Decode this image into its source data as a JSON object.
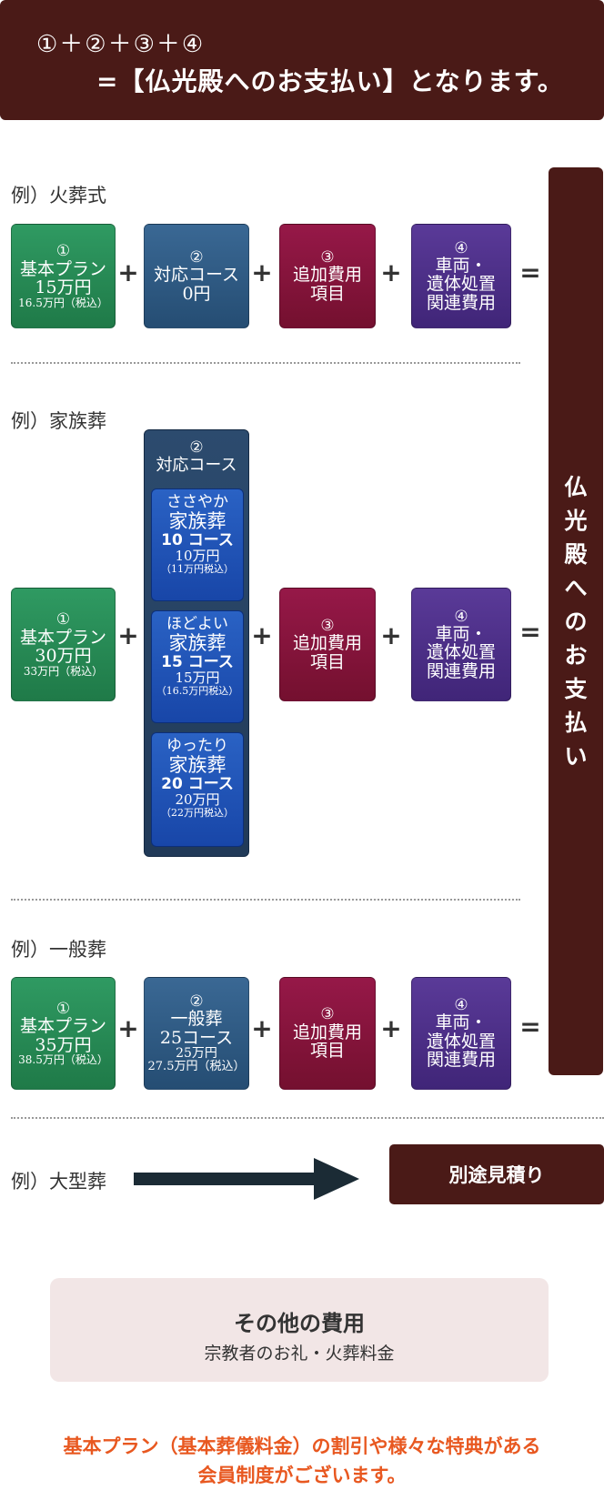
{
  "header": {
    "line1": "①＋②＋③＋④",
    "line2": "=【仏光殿へのお支払い】となります。"
  },
  "operators": {
    "plus": "+",
    "equals": "="
  },
  "side_label": [
    "仏",
    "光",
    "殿",
    "へ",
    "の",
    "お",
    "支",
    "払",
    "い"
  ],
  "examples": {
    "cremation": {
      "label": "例）火葬式",
      "basic": {
        "num": "①",
        "title": "基本プラン",
        "price": "15万円",
        "tax": "16.5万円（税込）"
      },
      "course": {
        "num": "②",
        "title": "対応コース",
        "price": "0円"
      },
      "extra": {
        "num": "③",
        "line1": "追加費用",
        "line2": "項目"
      },
      "vehicle": {
        "num": "④",
        "line1": "車両・",
        "line2": "遺体処置",
        "line3": "関連費用"
      }
    },
    "family": {
      "label": "例）家族葬",
      "basic": {
        "num": "①",
        "title": "基本プラン",
        "price": "30万円",
        "tax": "33万円（税込）"
      },
      "course": {
        "num": "②",
        "title": "対応コース",
        "options": [
          {
            "a": "ささやか",
            "b": "家族葬",
            "c": "10 コース",
            "d": "10万円",
            "e": "（11万円税込）"
          },
          {
            "a": "ほどよい",
            "b": "家族葬",
            "c": "15 コース",
            "d": "15万円",
            "e": "（16.5万円税込）"
          },
          {
            "a": "ゆったり",
            "b": "家族葬",
            "c": "20 コース",
            "d": "20万円",
            "e": "（22万円税込）"
          }
        ]
      },
      "extra": {
        "num": "③",
        "line1": "追加費用",
        "line2": "項目"
      },
      "vehicle": {
        "num": "④",
        "line1": "車両・",
        "line2": "遺体処置",
        "line3": "関連費用"
      }
    },
    "general": {
      "label": "例）一般葬",
      "basic": {
        "num": "①",
        "title": "基本プラン",
        "price": "35万円",
        "tax": "38.5万円（税込）"
      },
      "course": {
        "num": "②",
        "title": "一般葬",
        "code": "25コース",
        "price": "25万円",
        "tax": "27.5万円（税込）"
      },
      "extra": {
        "num": "③",
        "line1": "追加費用",
        "line2": "項目"
      },
      "vehicle": {
        "num": "④",
        "line1": "車両・",
        "line2": "遺体処置",
        "line3": "関連費用"
      }
    },
    "large": {
      "label": "例）大型葬",
      "result": "別途見積り"
    }
  },
  "other_costs": {
    "title": "その他の費用",
    "items": "宗教者のお礼・火葬料金"
  },
  "footer": {
    "line1": "基本プラン（基本葬儀料金）の割引や様々な特典がある",
    "line2": "会員制度がございます。"
  },
  "colors": {
    "dark_maroon": "#4a1a17",
    "basic_green": "#2a8a56",
    "course_blue": "#2f5a84",
    "extra_red": "#86143c",
    "vehicle_purple": "#4e3089",
    "footer_orange": "#e85820"
  }
}
